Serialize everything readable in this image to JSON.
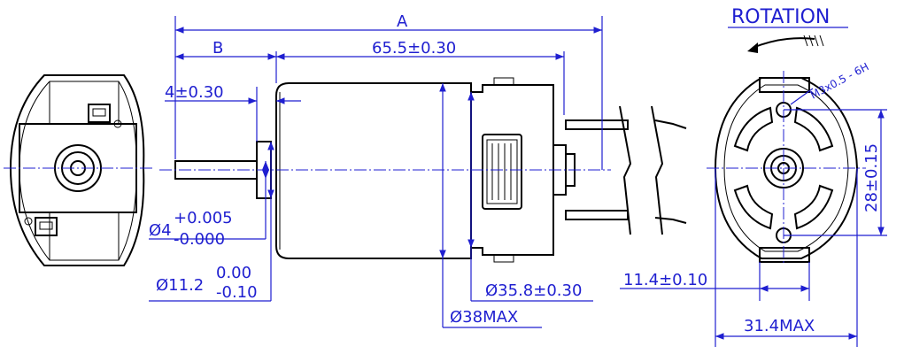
{
  "colors": {
    "dimension": "#1f1fd0",
    "outline": "#000000",
    "background": "#ffffff"
  },
  "labels": {
    "rotation": "ROTATION",
    "thread": "M3x0.5 - 6H",
    "dim_a": "A",
    "dim_b": "B",
    "dim_length": "65.5±0.30",
    "dim_boss_len": "4±0.30",
    "dim_shaft_base": "Ø4",
    "dim_shaft_tol_upper": "+0.005",
    "dim_shaft_tol_lower": "-0.000",
    "dim_boss_base": "Ø11.2",
    "dim_boss_tol_upper": "0.00",
    "dim_boss_tol_lower": "-0.10",
    "dim_body": "Ø35.8±0.30",
    "dim_max": "Ø38MAX",
    "dim_hole_spacing": "28±0.15",
    "dim_flat": "11.4±0.10",
    "dim_width_max": "31.4MAX"
  }
}
